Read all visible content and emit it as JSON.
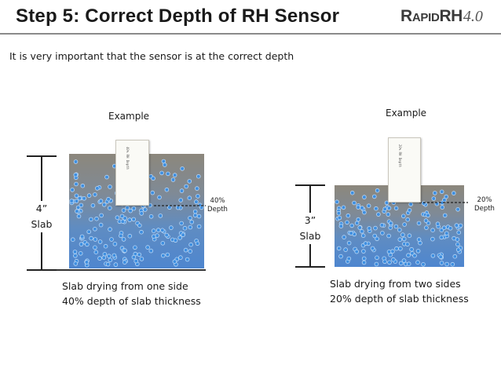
{
  "header": {
    "title": "Step 5: Correct Depth of RH Sensor",
    "logo": {
      "rapid": "Rapid",
      "rh": "RH",
      "version": "4.0"
    }
  },
  "intro": "It is very important that the sensor is at the correct depth",
  "examples": [
    {
      "example_label": "Example",
      "slab_label": "4” Slab",
      "slab_label_lines": [
        "4”",
        "Slab"
      ],
      "depth_label_lines": [
        "40%",
        "Depth"
      ],
      "sensor_text": "40% RH Depth",
      "caption_lines": [
        "Slab drying from one side",
        "40% depth of slab thickness"
      ]
    },
    {
      "example_label": "Example",
      "slab_label": "3” Slab",
      "slab_label_lines": [
        "3”",
        "Slab"
      ],
      "depth_label_lines": [
        "20%",
        "Depth"
      ],
      "sensor_text": "20% RH Depth",
      "caption_lines": [
        "Slab drying from two sides",
        "20% depth of slab thickness"
      ]
    }
  ],
  "colors": {
    "concrete": "#8a857b",
    "moisture_dot": "#3f8fe0",
    "moisture_fill": "#5f90c4",
    "rule": "#8a8a8a",
    "logo_text": "#3a3a3a"
  }
}
